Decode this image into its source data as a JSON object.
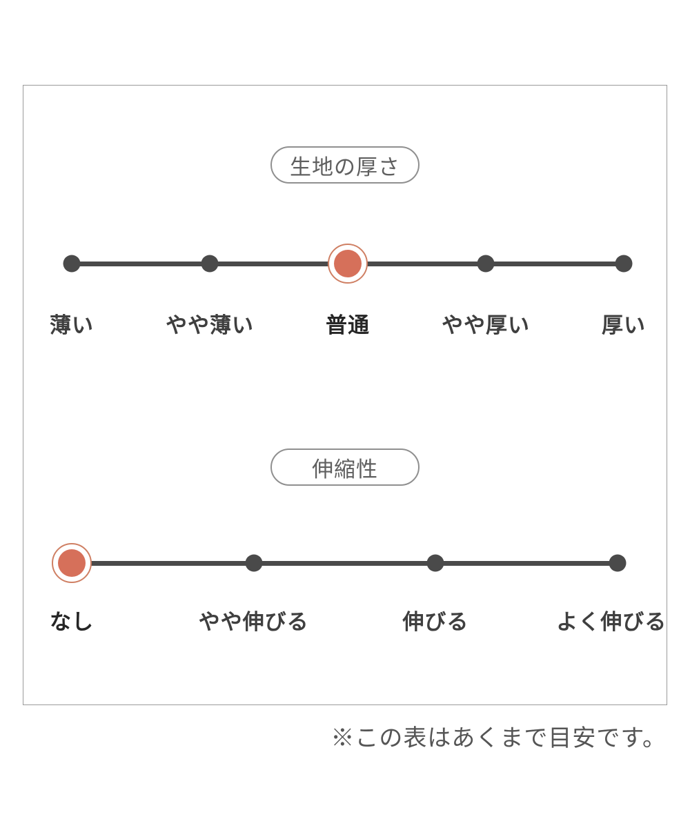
{
  "colors": {
    "accent": "#d6705a",
    "accent_ring": "#cf7f63",
    "track_gray": "#4a4a4a",
    "frame_border": "#9a9a9a",
    "label_text": "#3f3f3f"
  },
  "scales": [
    {
      "title": "生地の厚さ",
      "selected_index": 2,
      "selected_label": "普通",
      "options": [
        "薄い",
        "やや薄い",
        "普通",
        "やや厚い",
        "厚い"
      ]
    },
    {
      "title": "伸縮性",
      "selected_index": 0,
      "selected_label": "なし",
      "options": [
        "なし",
        "やや伸びる",
        "伸びる",
        "よく伸びる"
      ]
    }
  ],
  "note": "※この表はあくまで目安です。"
}
